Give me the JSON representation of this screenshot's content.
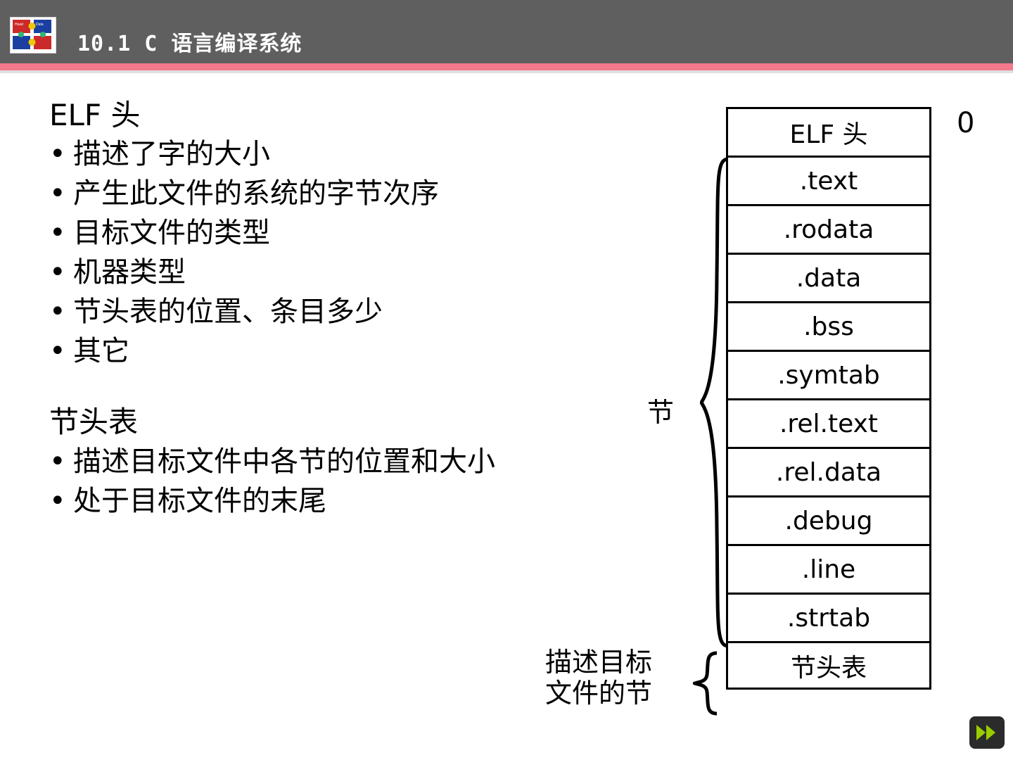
{
  "header": {
    "title": "10.1 C 语言编译系统",
    "logo_icon": "puzzle-pieces-logo",
    "bar_color": "#5f5f5f",
    "rule_color": "#f4798c"
  },
  "left": {
    "section1_title": "ELF 头",
    "section1_bullets": [
      "描述了字的大小",
      "产生此文件的系统的字节次序",
      "目标文件的类型",
      "机器类型",
      "节头表的位置、条目多少",
      "其它"
    ],
    "section2_title": "节头表",
    "section2_bullets": [
      "描述目标文件中各节的位置和大小",
      "处于目标文件的末尾"
    ],
    "bullet_glyph": "•"
  },
  "diagram": {
    "offset_label": "0",
    "segments": [
      "ELF 头",
      ".text",
      ".rodata",
      ".data",
      ".bss",
      ".symtab",
      ".rel.text",
      ".rel.data",
      ".debug",
      ".line",
      ".strtab",
      "节头表"
    ],
    "brace_sections_label": "节",
    "brace_desc_label": "描述目标\n文件的节"
  },
  "nav": {
    "next_icon": "double-chevron-right-icon",
    "next_color": "#9acd00"
  }
}
